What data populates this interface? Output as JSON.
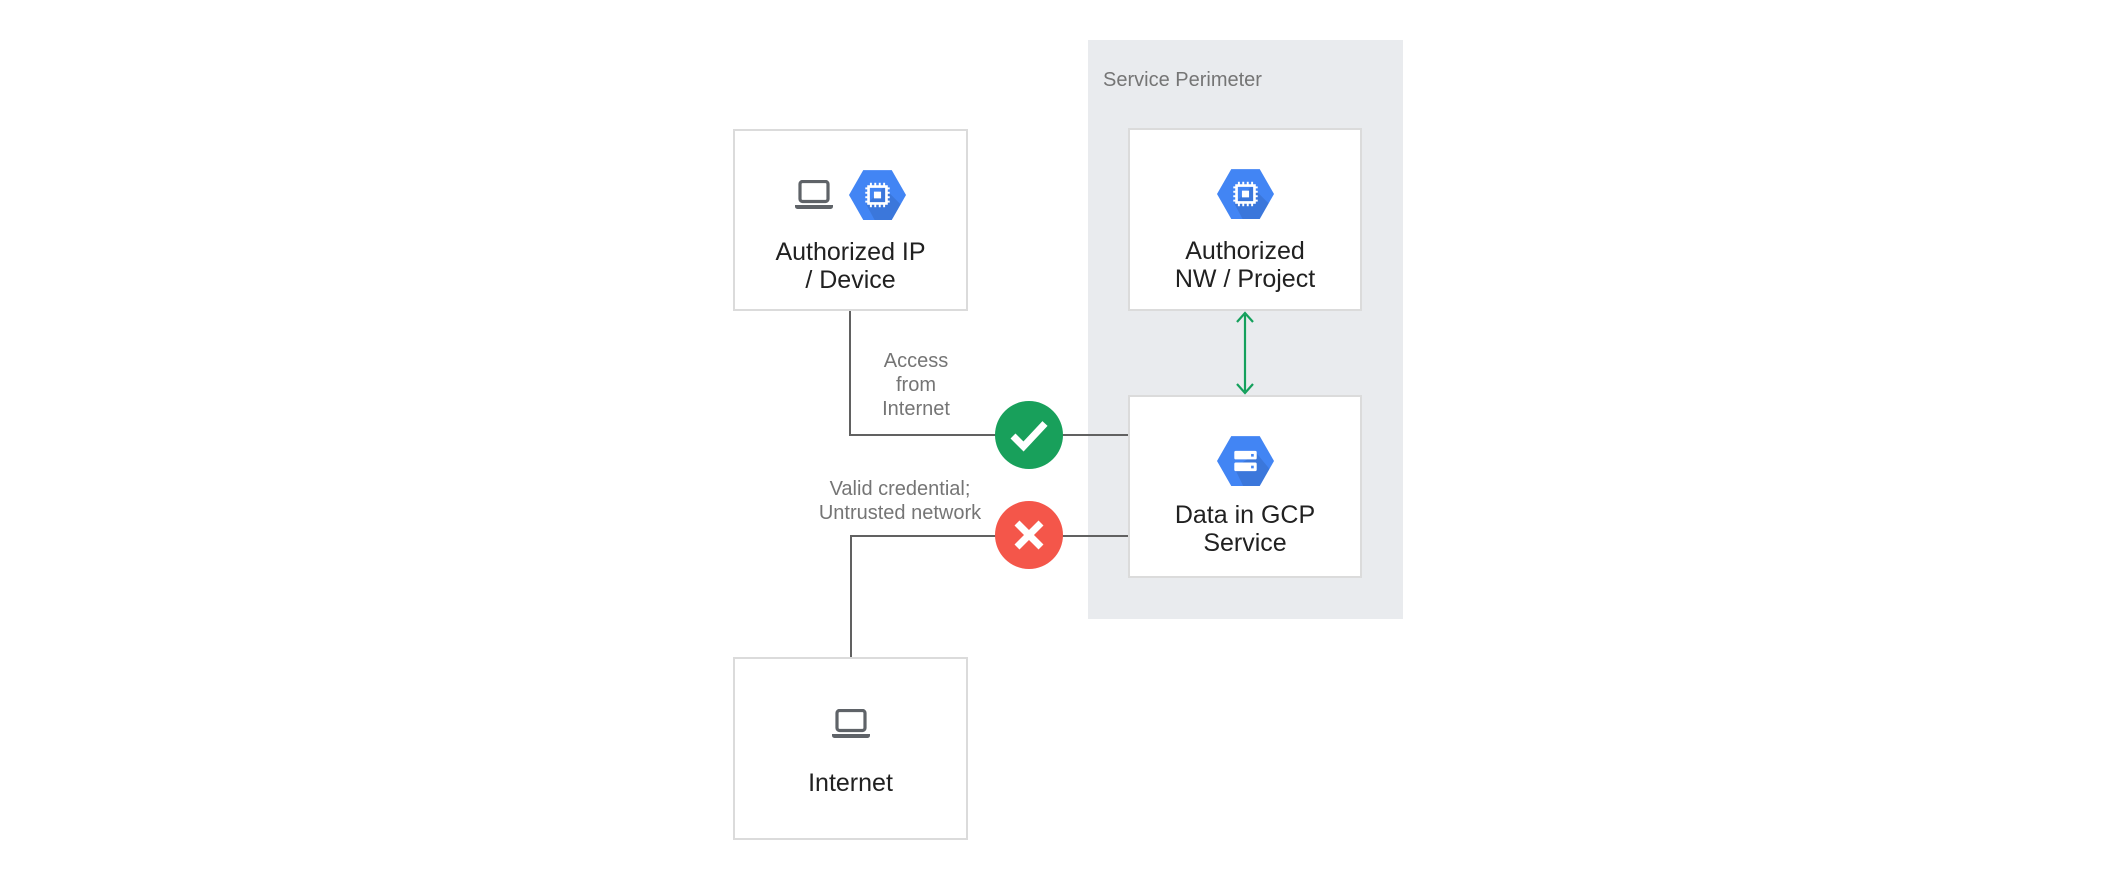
{
  "perimeter": {
    "label": "Service Perimeter"
  },
  "nodes": [
    {
      "id": "authorized-ip-device",
      "lines": [
        "Authorized IP",
        "/ Device"
      ],
      "icons": [
        "laptop-icon",
        "compute-engine-hexagon-icon"
      ]
    },
    {
      "id": "authorized-nw-project",
      "lines": [
        "Authorized",
        "NW / Project"
      ],
      "icons": [
        "compute-engine-hexagon-icon"
      ]
    },
    {
      "id": "data-in-gcp-service",
      "lines": [
        "Data in GCP",
        "Service"
      ],
      "icons": [
        "cloud-storage-hexagon-icon"
      ]
    },
    {
      "id": "internet",
      "lines": [
        "Internet"
      ],
      "icons": [
        "laptop-icon"
      ]
    }
  ],
  "edges": [
    {
      "id": "access-from-internet",
      "label_lines": [
        "Access",
        "from",
        "Internet"
      ],
      "status": "allowed",
      "status_icon": "check-icon"
    },
    {
      "id": "valid-credential-untrusted",
      "label_lines": [
        "Valid credential;",
        "Untrusted network"
      ],
      "status": "denied",
      "status_icon": "cross-icon"
    },
    {
      "id": "nw-project-to-data",
      "type": "bidirectional-arrow",
      "status": "internal"
    }
  ],
  "colors": {
    "hexagon_blue": "#4285F4",
    "perimeter_bg": "#E9EBEE",
    "check_green": "#18A05B",
    "arrow_green": "#14A05C",
    "cross_red": "#F4564A",
    "line_gray": "#616161",
    "icon_gray": "#5F6368",
    "border_gray": "#DBDBDB",
    "text_dark": "#212121",
    "text_gray": "#757575"
  }
}
